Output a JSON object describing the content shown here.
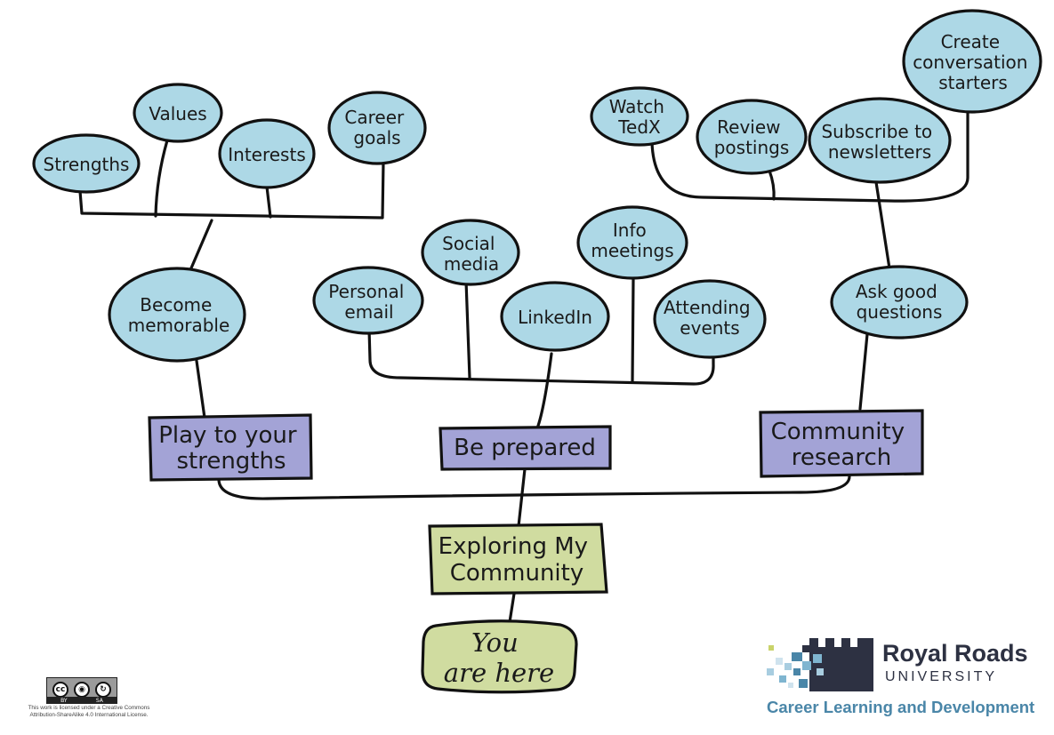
{
  "diagram": {
    "root": {
      "lines": [
        "You",
        "are here"
      ]
    },
    "center": {
      "lines": [
        "Exploring My",
        "Community"
      ]
    },
    "branches": [
      {
        "lines": [
          "Play to your",
          "strengths"
        ],
        "mid": {
          "lines": [
            "Become",
            "memorable"
          ]
        },
        "leaves": [
          {
            "lines": [
              "Strengths"
            ]
          },
          {
            "lines": [
              "Values"
            ]
          },
          {
            "lines": [
              "Interests"
            ]
          },
          {
            "lines": [
              "Career",
              "goals"
            ]
          }
        ]
      },
      {
        "lines": [
          "Be prepared"
        ],
        "leaves": [
          {
            "lines": [
              "Personal",
              "email"
            ]
          },
          {
            "lines": [
              "Social",
              "media"
            ]
          },
          {
            "lines": [
              "LinkedIn"
            ]
          },
          {
            "lines": [
              "Info",
              "meetings"
            ]
          },
          {
            "lines": [
              "Attending",
              "events"
            ]
          }
        ]
      },
      {
        "lines": [
          "Community",
          "research"
        ],
        "mid": {
          "lines": [
            "Ask good",
            "questions"
          ]
        },
        "leaves": [
          {
            "lines": [
              "Watch",
              "TedX"
            ]
          },
          {
            "lines": [
              "Review",
              "postings"
            ]
          },
          {
            "lines": [
              "Subscribe to",
              "newsletters"
            ]
          },
          {
            "lines": [
              "Create",
              "conversation",
              "starters"
            ]
          }
        ]
      }
    ],
    "colors": {
      "bubble": "#add8e6",
      "branch_box": "#a3a3d6",
      "center_box": "#d0dca0",
      "outline": "#111111"
    }
  },
  "footer": {
    "license": {
      "badge": [
        "cc",
        "BY",
        "SA"
      ],
      "text": "This work is licensed under a Creative Commons Attribution-ShareAlike 4.0 International License."
    },
    "logo": {
      "name": "Royal Roads",
      "subtitle": "UNIVERSITY",
      "department": "Career Learning and Development",
      "colors": {
        "name": "#2d3142",
        "department": "#4a86a8"
      }
    }
  }
}
